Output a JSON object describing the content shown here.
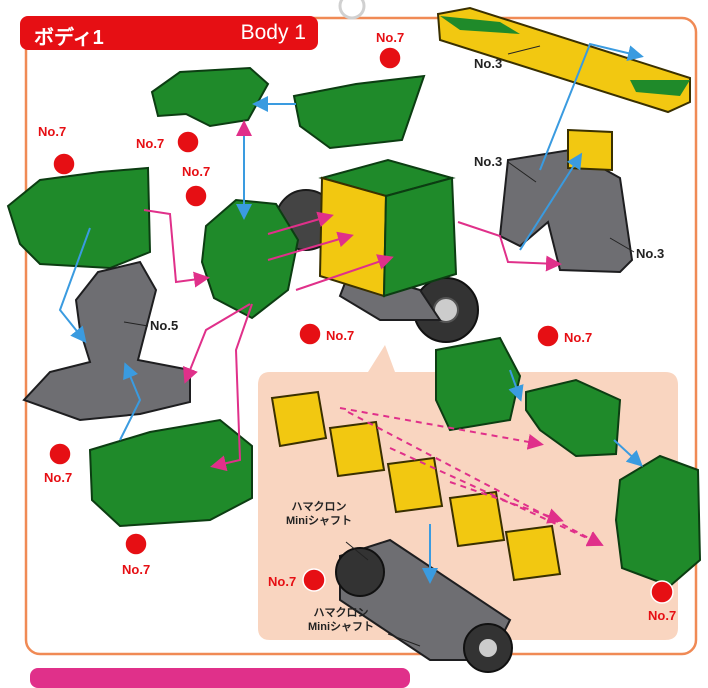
{
  "section": {
    "title_jp": "ボディ1",
    "title_en": "Body 1"
  },
  "colors": {
    "green": "#1f8a2a",
    "yellow": "#f2c811",
    "gray": "#6e6e72",
    "frame": "#f08a55",
    "panel": "#f9d5c0",
    "header": "#e60f14",
    "arrow_blue": "#3a9be0",
    "arrow_pink": "#e0308a"
  },
  "labels": {
    "no7": "No.7",
    "no3": "No.3",
    "no5": "No.5",
    "shaft_line1": "ハマクロン",
    "shaft_line2": "Miniシャフト"
  },
  "icons": [
    "hamster-badge-icon"
  ]
}
